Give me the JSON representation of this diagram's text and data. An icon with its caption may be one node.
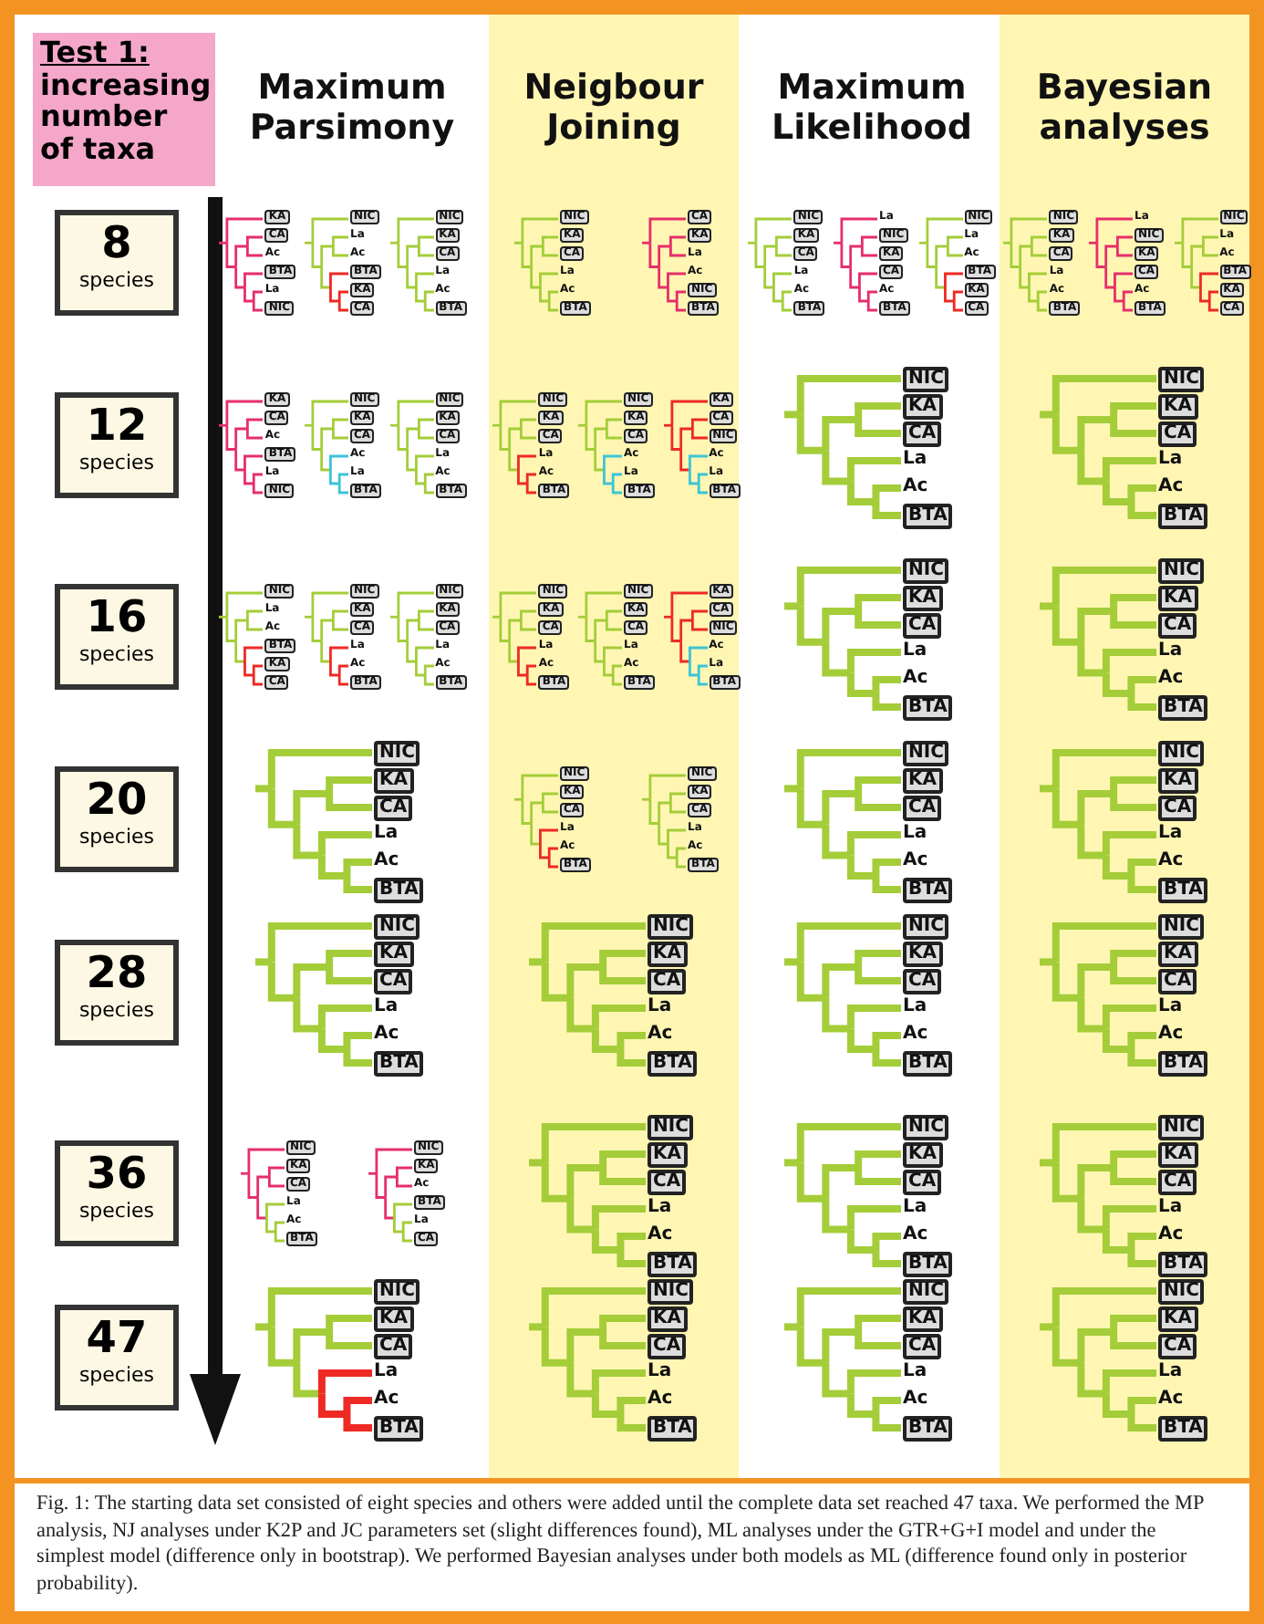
{
  "diagram": {
    "nodes": [
      {
        "text": [
          "Test 1:",
          "increasing number of taxa"
        ]
      },
      {
        "text": [
          "Maximum Parsimony"
        ]
      },
      {
        "text": [
          "Neigbour Joining"
        ]
      },
      {
        "text": [
          "Maximum Likelihood"
        ]
      },
      {
        "text": [
          "Bayesian analyses"
        ]
      },
      {
        "text": [
          "8",
          "species"
        ]
      },
      {
        "text": [
          "12",
          "species"
        ]
      },
      {
        "text": [
          "16",
          "species"
        ]
      },
      {
        "text": [
          "20",
          "species"
        ]
      },
      {
        "text": [
          "28",
          "species"
        ]
      },
      {
        "text": [
          "36",
          "species"
        ]
      },
      {
        "text": [
          "47",
          "species"
        ]
      },
      {
        "text": [
          "KA",
          "CA",
          "Ac",
          "BTA",
          "La",
          "NIC"
        ]
      },
      {
        "text": [
          "NIC",
          "La",
          "Ac",
          "BTA",
          "KA",
          "CA"
        ]
      },
      {
        "text": [
          "NIC",
          "KA",
          "CA",
          "La",
          "Ac",
          "BTA"
        ]
      },
      {
        "text": [
          "NIC",
          "KA",
          "CA",
          "La",
          "Ac",
          "BTA"
        ]
      },
      {
        "text": [
          "CA",
          "KA",
          "La",
          "Ac",
          "NIC",
          "BTA"
        ]
      },
      {
        "text": [
          "NIC",
          "KA",
          "CA",
          "La",
          "Ac",
          "BTA"
        ]
      },
      {
        "text": [
          "La",
          "NIC",
          "KA",
          "CA",
          "Ac",
          "BTA"
        ]
      },
      {
        "text": [
          "NIC",
          "La",
          "Ac",
          "BTA",
          "KA",
          "CA"
        ]
      },
      {
        "text": [
          "NIC",
          "KA",
          "CA",
          "La",
          "Ac",
          "BTA"
        ]
      },
      {
        "text": [
          "La",
          "NIC",
          "KA",
          "CA",
          "Ac",
          "BTA"
        ]
      },
      {
        "text": [
          "NIC",
          "La",
          "Ac",
          "BTA",
          "KA",
          "CA"
        ]
      },
      {
        "text": [
          "KA",
          "CA",
          "Ac",
          "BTA",
          "La",
          "NIC"
        ]
      },
      {
        "text": [
          "NIC",
          "KA",
          "CA",
          "Ac",
          "La",
          "BTA"
        ]
      },
      {
        "text": [
          "NIC",
          "KA",
          "CA",
          "La",
          "Ac",
          "BTA"
        ]
      },
      {
        "text": [
          "NIC",
          "KA",
          "CA",
          "La",
          "Ac",
          "BTA"
        ]
      },
      {
        "text": [
          "NIC",
          "KA",
          "CA",
          "Ac",
          "La",
          "BTA"
        ]
      },
      {
        "text": [
          "KA",
          "CA",
          "NIC",
          "Ac",
          "La",
          "BTA"
        ]
      },
      {
        "text": [
          "NIC",
          "KA",
          "CA",
          "La",
          "Ac",
          "BTA"
        ]
      },
      {
        "text": [
          "NIC",
          "KA",
          "CA",
          "La",
          "Ac",
          "BTA"
        ]
      },
      {
        "text": [
          "NIC",
          "La",
          "Ac",
          "BTA",
          "KA",
          "CA"
        ]
      },
      {
        "text": [
          "NIC",
          "KA",
          "CA",
          "La",
          "Ac",
          "BTA"
        ]
      },
      {
        "text": [
          "NIC",
          "KA",
          "CA",
          "La",
          "Ac",
          "BTA"
        ]
      },
      {
        "text": [
          "NIC",
          "KA",
          "CA",
          "La",
          "Ac",
          "BTA"
        ]
      },
      {
        "text": [
          "NIC",
          "KA",
          "CA",
          "La",
          "Ac",
          "BTA"
        ]
      },
      {
        "text": [
          "KA",
          "CA",
          "NIC",
          "Ac",
          "La",
          "BTA"
        ]
      },
      {
        "text": [
          "NIC",
          "KA",
          "CA",
          "La",
          "Ac",
          "BTA"
        ]
      },
      {
        "text": [
          "NIC",
          "KA",
          "CA",
          "La",
          "Ac",
          "BTA"
        ]
      },
      {
        "text": [
          "NIC",
          "KA",
          "CA",
          "La",
          "Ac",
          "BTA"
        ]
      },
      {
        "text": [
          "NIC",
          "KA",
          "CA",
          "La",
          "Ac",
          "BTA"
        ]
      },
      {
        "text": [
          "NIC",
          "KA",
          "CA",
          "La",
          "Ac",
          "BTA"
        ]
      },
      {
        "text": [
          "NIC",
          "KA",
          "CA",
          "La",
          "Ac",
          "BTA"
        ]
      },
      {
        "text": [
          "NIC",
          "KA",
          "CA",
          "La",
          "Ac",
          "BTA"
        ]
      },
      {
        "text": [
          "NIC",
          "KA",
          "CA",
          "La",
          "Ac",
          "BTA"
        ]
      },
      {
        "text": [
          "NIC",
          "KA",
          "CA",
          "La",
          "Ac",
          "BTA"
        ]
      },
      {
        "text": [
          "NIC",
          "KA",
          "CA",
          "La",
          "Ac",
          "BTA"
        ]
      },
      {
        "text": [
          "NIC",
          "KA",
          "CA",
          "La",
          "Ac",
          "BTA"
        ]
      },
      {
        "text": [
          "NIC",
          "KA",
          "CA",
          "La",
          "Ac",
          "BTA"
        ]
      },
      {
        "text": [
          "NIC",
          "KA",
          "Ac",
          "BTA",
          "La",
          "CA"
        ]
      },
      {
        "text": [
          "NIC",
          "KA",
          "CA",
          "La",
          "Ac",
          "BTA"
        ]
      },
      {
        "text": [
          "NIC",
          "KA",
          "CA",
          "La",
          "Ac",
          "BTA"
        ]
      },
      {
        "text": [
          "NIC",
          "KA",
          "CA",
          "La",
          "Ac",
          "BTA"
        ]
      },
      {
        "text": [
          "NIC",
          "KA",
          "CA",
          "La",
          "Ac",
          "BTA"
        ]
      },
      {
        "text": [
          "NIC",
          "KA",
          "CA",
          "La",
          "Ac",
          "BTA"
        ]
      },
      {
        "text": [
          "NIC",
          "KA",
          "CA",
          "La",
          "Ac",
          "BTA"
        ]
      },
      {
        "text": [
          "NIC",
          "KA",
          "CA",
          "La",
          "Ac",
          "BTA"
        ]
      }
    ],
    "caption": "Fig. 1: The starting data set consisted of eight species and others were added until the complete data set reached 47 taxa. We performed the MP analysis, NJ analyses under K2P and JC parameters set (slight differences found), ML analyses under the GTR+G+I model and under the simplest model (difference only in bootstrap). We performed Bayesian analyses under both models as ML (difference found only in posterior probability)."
  }
}
